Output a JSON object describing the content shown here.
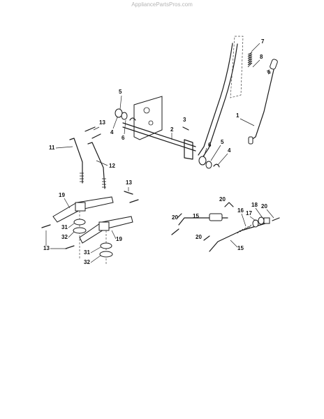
{
  "watermark": "AppliancePartsPros.com",
  "callouts": [
    "1",
    "2",
    "3",
    "4",
    "5",
    "6",
    "7",
    "8",
    "11",
    "12",
    "13",
    "15",
    "16",
    "17",
    "18",
    "19",
    "20",
    "31",
    "32"
  ]
}
